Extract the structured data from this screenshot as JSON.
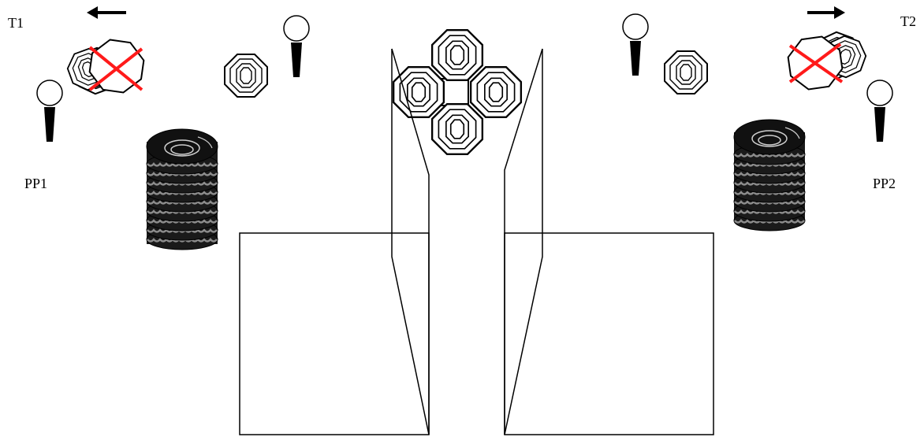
{
  "labels": {
    "t1": "T1",
    "t2": "T2",
    "pp1": "PP1",
    "pp2": "PP2"
  },
  "icons": {
    "arrow_left": "arrow-left-icon",
    "arrow_right": "arrow-right-icon",
    "octagon_piece": "octagon-piece-icon",
    "peg": "peg-icon",
    "tire_stack": "tire-stack-icon",
    "cross_mark": "x-mark-icon",
    "box": "box-icon"
  },
  "colors": {
    "stroke": "#000000",
    "cross": "#ff1a1a",
    "tire_dark": "#111111",
    "tire_tread": "#8c8c8c",
    "background": "#ffffff"
  }
}
